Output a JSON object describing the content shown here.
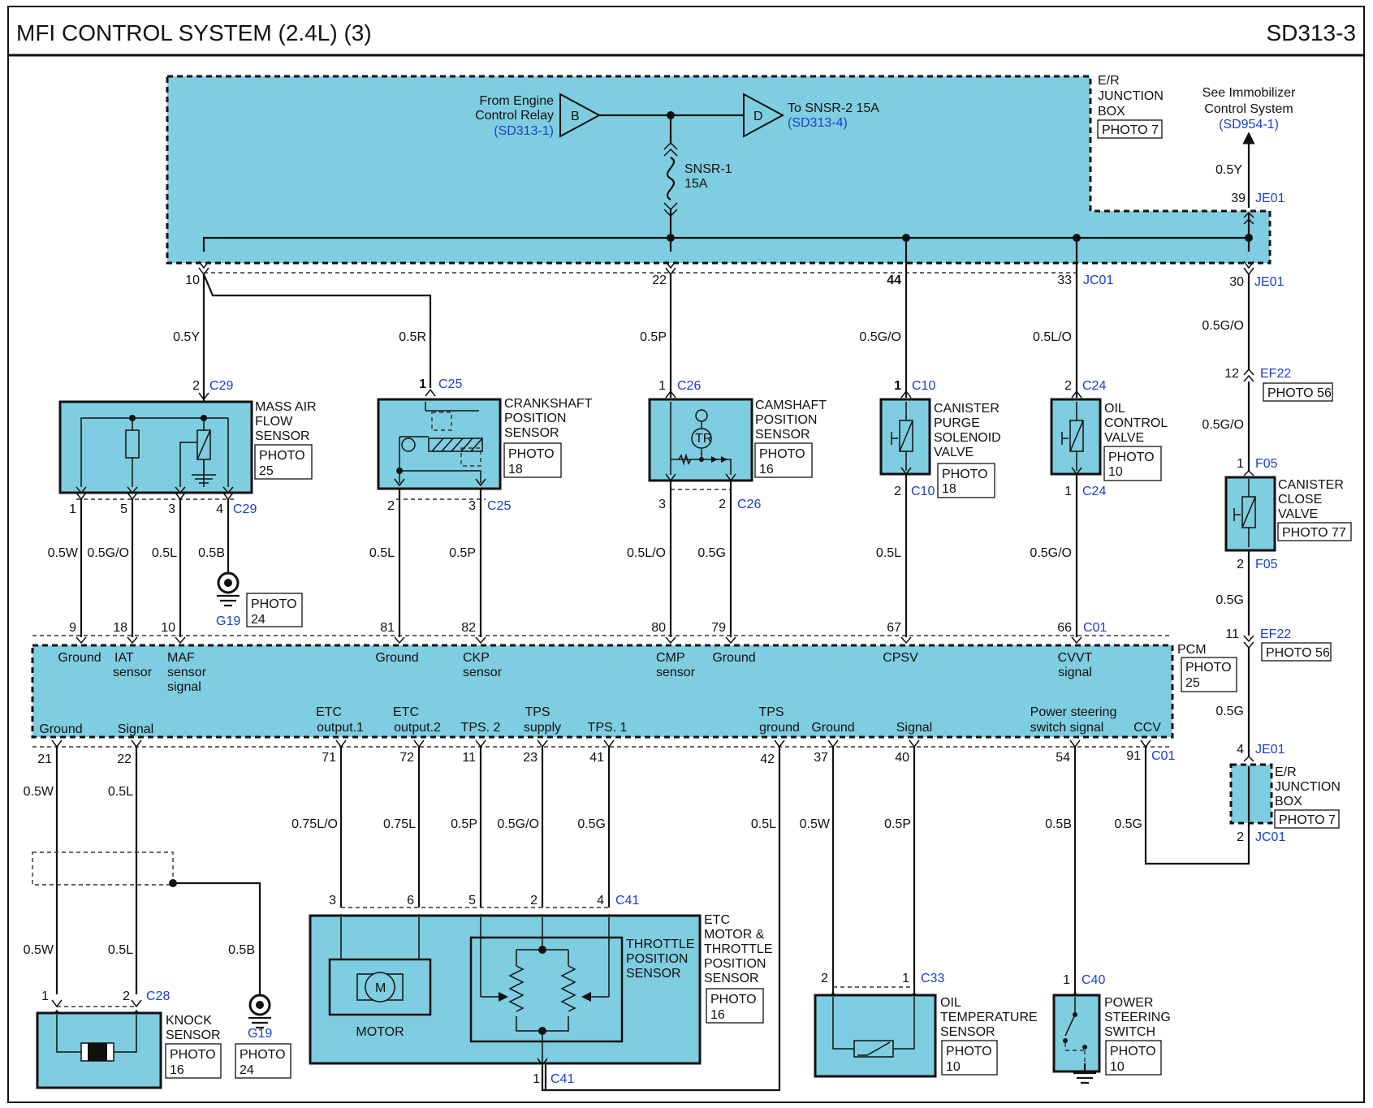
{
  "header": {
    "title": "MFI CONTROL SYSTEM (2.4L) (3)",
    "page": "SD313-3"
  },
  "top": {
    "from_relay": [
      "From Engine",
      "Control Relay"
    ],
    "from_ref": "(SD313-1)",
    "conn_b": "B",
    "conn_d": "D",
    "to_snsr2": "To SNSR-2 15A",
    "to_ref": "(SD313-4)",
    "fuse": [
      "SNSR-1",
      "15A"
    ],
    "er_box": [
      "E/R",
      "JUNCTION",
      "BOX"
    ],
    "er_photo": "PHOTO 7",
    "immo": [
      "See Immobilizer",
      "Control System"
    ],
    "immo_ref": "(SD954-1)",
    "immo_wire": "0.5Y",
    "pin39": "39",
    "je01": "JE01",
    "pins": {
      "p10": "10",
      "p22": "22",
      "p44": "44",
      "p33": "33",
      "jc01": "JC01",
      "p30": "30",
      "je01b": "JE01"
    }
  },
  "wires_top": {
    "w10": "0.5Y",
    "wcrank": "0.5R",
    "w22": "0.5P",
    "w44": "0.5G/O",
    "w33": "0.5L/O",
    "w30": "0.5G/O"
  },
  "maf": {
    "pin2": "2",
    "conn": "C29",
    "label": [
      "MASS AIR",
      "FLOW",
      "SENSOR"
    ],
    "photo": [
      "PHOTO",
      "25"
    ],
    "pins": [
      "1",
      "5",
      "3",
      "4"
    ],
    "conn_b": "C29",
    "wires": [
      "0.5W",
      "0.5G/O",
      "0.5L",
      "0.5B"
    ],
    "ground": "G19",
    "gphoto": [
      "PHOTO",
      "24"
    ]
  },
  "ckp": {
    "pin1": "1",
    "conn": "C25",
    "label": [
      "CRANKSHAFT",
      "POSITION",
      "SENSOR"
    ],
    "photo": [
      "PHOTO",
      "18"
    ],
    "pins": [
      "2",
      "3"
    ],
    "conn_b": "C25",
    "wires": [
      "0.5L",
      "0.5P"
    ]
  },
  "cmp": {
    "pin1": "1",
    "conn": "C26",
    "label": [
      "CAMSHAFT",
      "POSITION",
      "SENSOR"
    ],
    "photo": [
      "PHOTO",
      "16"
    ],
    "pins": [
      "3",
      "2"
    ],
    "conn_b": "C26",
    "wires": [
      "0.5L/O",
      "0.5G"
    ],
    "tr": "TR"
  },
  "cpsv": {
    "pin1": "1",
    "conn": "C10",
    "label": [
      "CANISTER",
      "PURGE",
      "SOLENOID",
      "VALVE"
    ],
    "photo": [
      "PHOTO",
      "18"
    ],
    "pin2": "2",
    "conn_b": "C10",
    "wire": "0.5L"
  },
  "ocv": {
    "pin2": "2",
    "conn": "C24",
    "label": [
      "OIL",
      "CONTROL",
      "VALVE"
    ],
    "photo": [
      "PHOTO",
      "10"
    ],
    "pin1": "1",
    "conn_b": "C24",
    "wire": "0.5G/O"
  },
  "ccv": {
    "pin12": "12",
    "ef22": "EF22",
    "photo56": "PHOTO 56",
    "wire_a": "0.5G/O",
    "pin1": "1",
    "f05": "F05",
    "label": [
      "CANISTER",
      "CLOSE",
      "VALVE"
    ],
    "photo": "PHOTO 77",
    "pin2": "2",
    "f05b": "F05",
    "wire_b": "0.5G",
    "pin11": "11",
    "ef22b": "EF22",
    "photo56b": "PHOTO 56",
    "wire_c": "0.5G",
    "pin4": "4",
    "je01": "JE01",
    "er_box": [
      "E/R",
      "JUNCTION",
      "BOX"
    ],
    "er_photo": "PHOTO 7",
    "pin2b": "2",
    "jc01": "JC01",
    "wire_d": "0.5G"
  },
  "pcm": {
    "name": "PCM",
    "photo": [
      "PHOTO",
      "25"
    ],
    "top_pins": [
      "9",
      "18",
      "10",
      "81",
      "82",
      "80",
      "79",
      "67",
      "66"
    ],
    "top_conn": "C01",
    "top_labels": [
      [
        "Ground"
      ],
      [
        "IAT",
        "sensor"
      ],
      [
        "MAF",
        "sensor",
        "signal"
      ],
      [
        "Ground"
      ],
      [
        "CKP",
        "sensor"
      ],
      [
        "CMP",
        "sensor"
      ],
      [
        "Ground"
      ],
      [
        "CPSV"
      ],
      [
        "CVVT",
        "signal"
      ]
    ],
    "bot_labels": [
      [
        "Ground"
      ],
      [
        "Signal"
      ],
      [
        "ETC",
        "output.1"
      ],
      [
        "ETC",
        "output.2"
      ],
      [
        "TPS. 2"
      ],
      [
        "TPS",
        "supply"
      ],
      [
        "TPS. 1"
      ],
      [
        "TPS",
        "ground"
      ],
      [
        "Ground"
      ],
      [
        "Signal"
      ],
      [
        "Power steering",
        "switch signal"
      ],
      [
        "CCV"
      ]
    ],
    "bot_pins": [
      "21",
      "22",
      "71",
      "72",
      "11",
      "23",
      "41",
      "42",
      "37",
      "40",
      "54",
      "91"
    ],
    "bot_conn": "C01"
  },
  "wires_bottom": {
    "knock": [
      "0.5W",
      "0.5L"
    ],
    "etc": [
      "0.75L/O",
      "0.75L",
      "0.5P",
      "0.5G/O",
      "0.5G"
    ],
    "tps_gnd": "0.5L",
    "ots": [
      "0.5W",
      "0.5P"
    ],
    "pss": "0.5B",
    "ccv": "0.5G",
    "knock_b": [
      "0.5W",
      "0.5L"
    ],
    "shield": "0.5B"
  },
  "knock": {
    "pins": [
      "1",
      "2"
    ],
    "conn": "C28",
    "label": [
      "KNOCK",
      "SENSOR"
    ],
    "photo": [
      "PHOTO",
      "16"
    ],
    "ground": "G19",
    "gphoto": [
      "PHOTO",
      "24"
    ]
  },
  "etc": {
    "pins": [
      "3",
      "6",
      "5",
      "2",
      "4"
    ],
    "conn": "C41",
    "label": [
      "ETC",
      "MOTOR &",
      "THROTTLE",
      "POSITION",
      "SENSOR"
    ],
    "photo": [
      "PHOTO",
      "16"
    ],
    "motor": "MOTOR",
    "m": "M",
    "tps_label": [
      "THROTTLE",
      "POSITION",
      "SENSOR"
    ],
    "pin1": "1",
    "conn_b": "C41"
  },
  "ots": {
    "pins": [
      "2",
      "1"
    ],
    "conn": "C33",
    "label": [
      "OIL",
      "TEMPERATURE",
      "SENSOR"
    ],
    "photo": [
      "PHOTO",
      "10"
    ]
  },
  "pss": {
    "pin1": "1",
    "conn": "C40",
    "label": [
      "POWER",
      "STEERING",
      "SWITCH"
    ],
    "photo": [
      "PHOTO",
      "10"
    ]
  }
}
